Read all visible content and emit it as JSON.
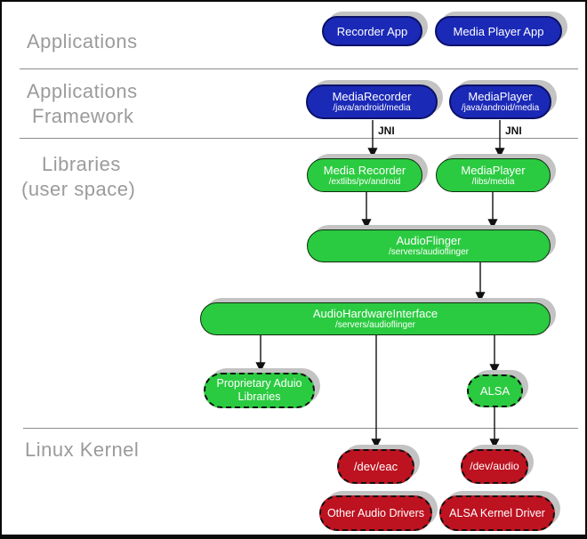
{
  "layers": {
    "applications": {
      "lines": [
        "Applications"
      ]
    },
    "framework": {
      "lines": [
        "Applications",
        "Framework"
      ]
    },
    "libraries": {
      "lines": [
        "Libraries",
        "(user space)"
      ]
    },
    "kernel": {
      "lines": [
        "Linux Kernel"
      ]
    }
  },
  "nodes": {
    "recorder_app": {
      "label": "Recorder App"
    },
    "media_player_app": {
      "label": "Media Player App"
    },
    "media_recorder_fw": {
      "label": "MediaRecorder",
      "path": "/java/android/media"
    },
    "media_player_fw": {
      "label": "MediaPlayer",
      "path": "/java/android/media"
    },
    "media_recorder_lib": {
      "label": "Media Recorder",
      "path": "/extlibs/pv/android"
    },
    "media_player_lib": {
      "label": "MediaPlayer",
      "path": "/libs/media"
    },
    "audio_flinger": {
      "label": "AudioFlinger",
      "path": "/servers/audioflinger"
    },
    "audio_hardware_interface": {
      "label": "AudioHardwareInterface",
      "path": "/servers/audioflinger"
    },
    "proprietary_audio_libraries": {
      "label": "Proprietary Aduio",
      "label2": "Libraries"
    },
    "alsa": {
      "label": "ALSA"
    },
    "dev_eac": {
      "label": "/dev/eac"
    },
    "dev_audio": {
      "label": "/dev/audio"
    },
    "other_audio_drivers": {
      "label": "Other Audio Drivers"
    },
    "alsa_kernel_driver": {
      "label": "ALSA Kernel Driver"
    }
  },
  "connectors": {
    "jni": "JNI"
  },
  "colors": {
    "app_blue": "#1b29b7",
    "lib_green": "#2bcb41",
    "kernel_red": "#bd1220",
    "label_gray": "#9b9b9b",
    "separator_gray": "#8c8c8c",
    "shadow_gray": "#c3c3c3",
    "arrow_black": "#111111"
  }
}
